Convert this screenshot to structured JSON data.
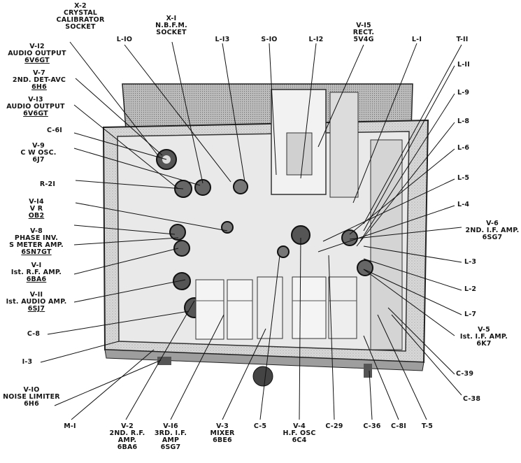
{
  "colors": {
    "ink": "#151515",
    "chassis": "#cfcfcf",
    "panel": "#e6e6e6",
    "shadow": "#777777"
  },
  "labels": {
    "x2": {
      "line1": "X-2",
      "line2": "CRYSTAL",
      "line3": "CALIBRATOR",
      "line4": "SOCKET"
    },
    "x1": {
      "line1": "X-I",
      "line2": "N.B.F.M.",
      "line3": "SOCKET"
    },
    "l10": "L-IO",
    "l13": "L-I3",
    "s10": "S-IO",
    "l12": "L-I2",
    "v15": {
      "line1": "V-I5",
      "line2": "RECT.",
      "line3": "5V4G"
    },
    "l1": "L-I",
    "t11": "T-II",
    "l11": "L-II",
    "l9": "L-9",
    "l8": "L-8",
    "l6": "L-6",
    "l5": "L-5",
    "l4": "L-4",
    "v6": {
      "line1": "V-6",
      "line2": "2ND. I.F. AMP.",
      "line3": "6SG7"
    },
    "l3": "L-3",
    "l2": "L-2",
    "l7": "L-7",
    "v5": {
      "line1": "V-5",
      "line2": "Ist. I.F. AMP.",
      "line3": "6K7"
    },
    "c39": "C-39",
    "c38": "C-38",
    "t5": "T-5",
    "c81": "C-8I",
    "c36": "C-36",
    "c29": "C-29",
    "v4": {
      "line1": "V-4",
      "line2": "H.F. OSC",
      "line3": "6C4"
    },
    "c5": "C-5",
    "v3": {
      "line1": "V-3",
      "line2": "MIXER",
      "line3": "6BE6"
    },
    "v16": {
      "line1": "V-I6",
      "line2": "3RD. I.F.",
      "line3": "AMP",
      "line4": "6SG7"
    },
    "v2": {
      "line1": "V-2",
      "line2": "2ND. R.F.",
      "line3": "AMP.",
      "line4": "6BA6"
    },
    "m1": "M-I",
    "v10": {
      "line1": "V-IO",
      "line2": "NOISE LIMITER",
      "line3": "6H6"
    },
    "i3": "I-3",
    "c8": "C-8",
    "v11": {
      "line1": "V-II",
      "line2": "Ist. AUDIO AMP.",
      "line3": "6SJ7"
    },
    "v1": {
      "line1": "V-I",
      "line2": "Ist. R.F. AMP.",
      "line3": "6BA6"
    },
    "v8": {
      "line1": "V-8",
      "line2": "PHASE INV.",
      "line3": "S METER AMP.",
      "line4": "6SN7GT"
    },
    "v14": {
      "line1": "V-I4",
      "line2": "V R",
      "line3": "OB2"
    },
    "r21": "R-2I",
    "v9": {
      "line1": "V-9",
      "line2": "C W  OSC.",
      "line3": "6J7"
    },
    "c61": "C-6I",
    "v13": {
      "line1": "V-I3",
      "line2": "AUDIO OUTPUT",
      "line3": "6V6GT"
    },
    "v7": {
      "line1": "V-7",
      "line2": "2ND. DET-AVC",
      "line3": "6H6"
    },
    "v12": {
      "line1": "V-I2",
      "line2": "AUDIO OUTPUT",
      "line3": "6V6GT"
    }
  }
}
